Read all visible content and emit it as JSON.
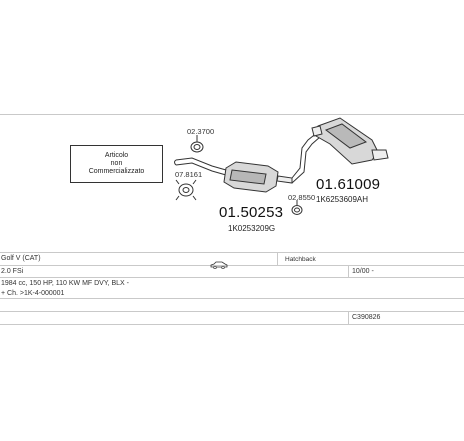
{
  "diagram": {
    "note_box": {
      "line1": "Articolo",
      "line2": "non",
      "line3": "Commercializzato"
    },
    "parts": {
      "clamp_top": "02.3700",
      "flange": "07.8161",
      "clamp_right": "02.8550",
      "rear_silencer_no": "01.61009",
      "rear_silencer_oem": "1K6253609AH",
      "middle_silencer_no": "01.50253",
      "middle_silencer_oem": "1K0253209G"
    }
  },
  "table": {
    "row1": {
      "model": "Golf V  (CAT)",
      "body": "Hatchback"
    },
    "row2": {
      "engine": "2.0 FSi",
      "date": "10/00 -"
    },
    "row3": {
      "specs": "1984 cc, 150 HP, 110 KW MF DVY, BLX -"
    },
    "row4": {
      "chassis": "+ Ch. >1K-4-000001"
    },
    "row5": {
      "code": "C390826"
    }
  },
  "icons": {
    "car": "car-hatchback-icon"
  }
}
